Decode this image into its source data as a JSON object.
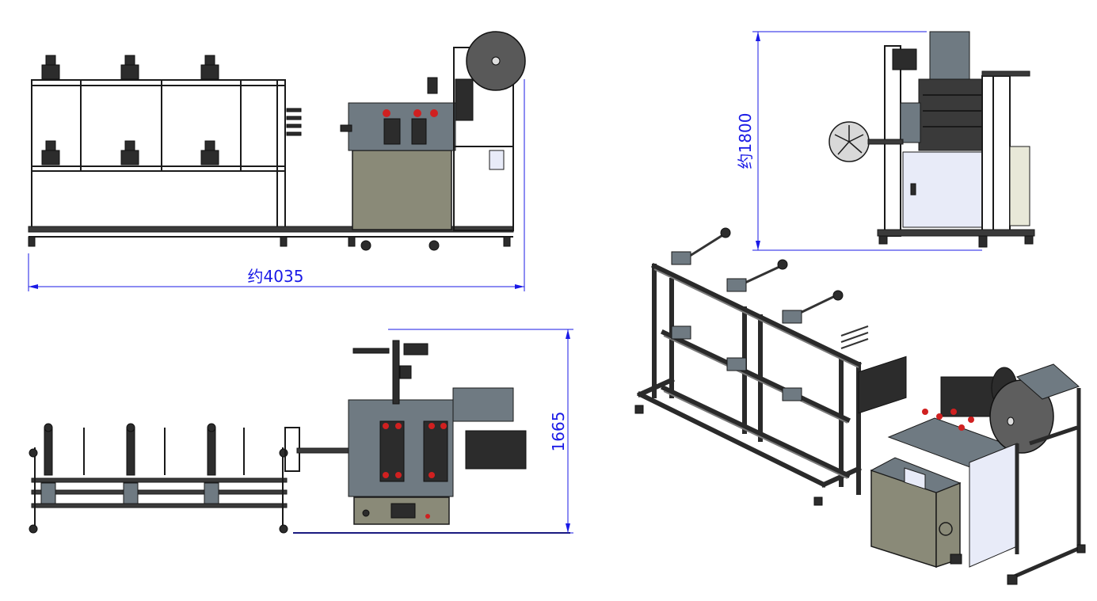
{
  "dimensions": {
    "length_label": "约4035",
    "height_label": "约1800",
    "width_label": "1665"
  },
  "colors": {
    "dimension_line": "#1a1ae6",
    "frame": "#1a1a1a",
    "cabinet": "#8a8a78",
    "steel": "#6f7a82",
    "accent_red": "#d02020"
  }
}
